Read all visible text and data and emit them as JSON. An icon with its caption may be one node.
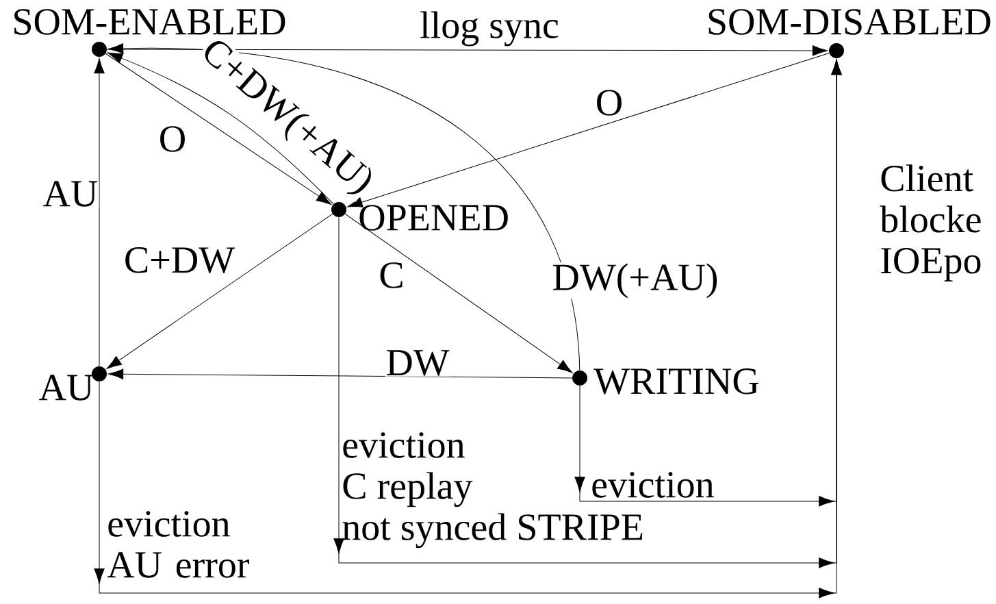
{
  "diagram": {
    "nodes": [
      {
        "text": [
          "SOM-ENABLED"
        ]
      },
      {
        "text": [
          "SOM-DISABLED"
        ]
      },
      {
        "text": [
          "OPENED"
        ]
      },
      {
        "text": [
          "AU"
        ]
      },
      {
        "text": [
          "WRITING"
        ]
      }
    ],
    "edges": [
      {
        "from": 0,
        "to": 1,
        "arrow": "to",
        "label": "llog sync"
      },
      {
        "from": 0,
        "to": 2,
        "arrow": "to",
        "label": "O"
      },
      {
        "from": 2,
        "to": 0,
        "arrow": "to",
        "label": "C+DW(+AU)"
      },
      {
        "from": 1,
        "to": 2,
        "arrow": "to",
        "label": "O"
      },
      {
        "from": 2,
        "to": 3,
        "arrow": "to",
        "label": "C+DW"
      },
      {
        "from": 2,
        "to": 4,
        "arrow": "to",
        "label": "C"
      },
      {
        "from": 4,
        "to": 3,
        "arrow": "to",
        "label": "DW"
      },
      {
        "from": 4,
        "to": 0,
        "arrow": "to",
        "label": "DW(+AU)"
      },
      {
        "from": 3,
        "to": 0,
        "arrow": "to",
        "label": "AU"
      },
      {
        "from": 4,
        "to": 1,
        "arrow": "to",
        "label": "eviction"
      },
      {
        "from": 2,
        "to": 1,
        "arrow": "to",
        "label": "eviction C replay not synced STRIPE"
      },
      {
        "from": 3,
        "to": 1,
        "arrow": "to",
        "label": "eviction AU error"
      }
    ],
    "labels": [
      "Client blocke IOEpo"
    ]
  }
}
